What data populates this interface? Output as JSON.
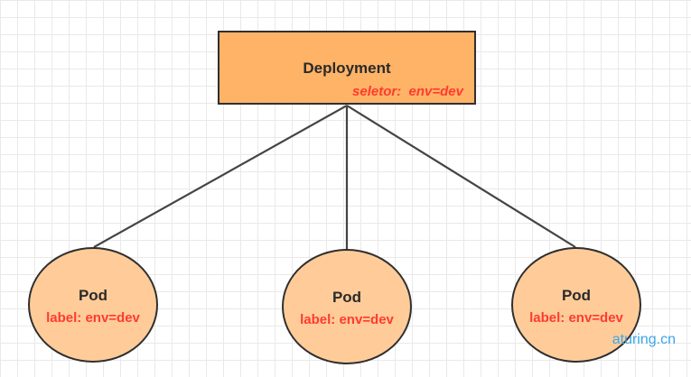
{
  "deployment": {
    "title": "Deployment",
    "selector": "seletor:  env=dev"
  },
  "pods": [
    {
      "title": "Pod",
      "label": "label: env=dev"
    },
    {
      "title": "Pod",
      "label": "label: env=dev"
    },
    {
      "title": "Pod",
      "label": "label: env=dev"
    }
  ],
  "watermark": "aturing.cn",
  "colors": {
    "deployment_fill": "#ffb366",
    "pod_fill": "#ffcc99",
    "label_text": "#ff3b2f",
    "watermark_text": "#3aa6e8"
  }
}
